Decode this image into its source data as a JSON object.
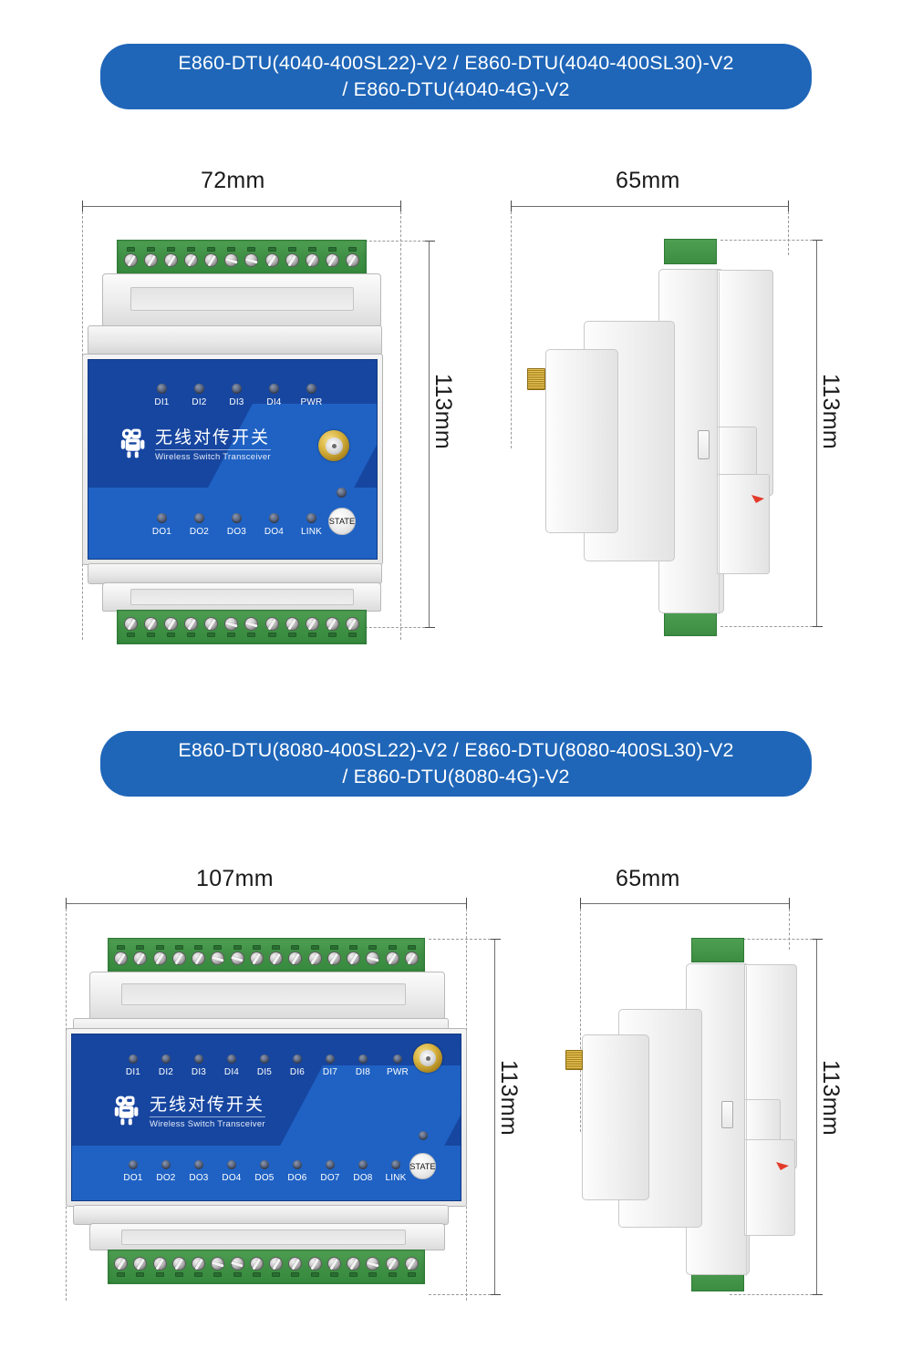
{
  "page": {
    "background": "#ffffff",
    "banner_color": "#1f66b8"
  },
  "sections": [
    {
      "id": "section-4040",
      "banner": {
        "line1": "E860-DTU(4040-400SL22)-V2 / E860-DTU(4040-400SL30)-V2",
        "line2": "/ E860-DTU(4040-4G)-V2"
      },
      "front_view": {
        "width_dimension": "72mm",
        "height_dimension": "113mm",
        "terminal_count": 12,
        "panel": {
          "brand_cn": "无线对传开关",
          "brand_en": "Wireless Switch Transceiver",
          "logo_icon": "robot-icon",
          "top_leds": [
            "DI1",
            "DI2",
            "DI3",
            "DI4",
            "PWR"
          ],
          "bottom_leds": [
            "DO1",
            "DO2",
            "DO3",
            "DO4",
            "LINK"
          ],
          "button_label": "STATE",
          "connector_icon": "sma-antenna-connector"
        }
      },
      "side_view": {
        "width_dimension": "65mm",
        "height_dimension": "113mm"
      }
    },
    {
      "id": "section-8080",
      "banner": {
        "line1": "E860-DTU(8080-400SL22)-V2 / E860-DTU(8080-400SL30)-V2",
        "line2": "/ E860-DTU(8080-4G)-V2"
      },
      "front_view": {
        "width_dimension": "107mm",
        "height_dimension": "113mm",
        "terminal_count": 16,
        "panel": {
          "brand_cn": "无线对传开关",
          "brand_en": "Wireless Switch Transceiver",
          "logo_icon": "robot-icon",
          "top_leds": [
            "DI1",
            "DI2",
            "DI3",
            "DI4",
            "DI5",
            "DI6",
            "DI7",
            "DI8",
            "PWR"
          ],
          "bottom_leds": [
            "DO1",
            "DO2",
            "DO3",
            "DO4",
            "DO5",
            "DO6",
            "DO7",
            "DO8",
            "LINK"
          ],
          "button_label": "STATE",
          "connector_icon": "sma-antenna-connector"
        }
      },
      "side_view": {
        "width_dimension": "65mm",
        "height_dimension": "113mm"
      }
    }
  ]
}
